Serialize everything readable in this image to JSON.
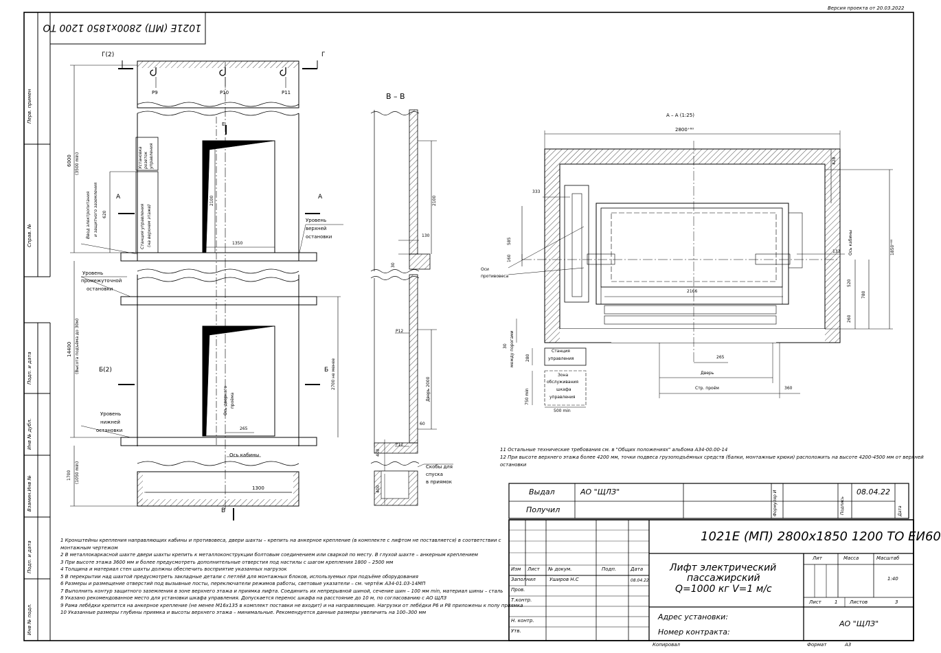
{
  "header": {
    "version": "Версия проекта от 20.03.2022",
    "mirrored_code": "1021Е (МП) 2800х1850 1200 ТО"
  },
  "left_strip": {
    "perv_primen": "Перв. примен",
    "sprav_no": "Справ. №",
    "podp_data_1": "Подп. и дата",
    "inv_dubl": "Инв № дубл.",
    "vzam_inv": "Взамин.Инв №",
    "podp_data_2": "Подп. и дата",
    "inv_podl": "Инв № подл."
  },
  "section_gg": {
    "g2": "Г(2)",
    "g": "Г",
    "p9": "Р9",
    "p10": "Р10",
    "p11": "Р11",
    "e": "Е",
    "dim_6000": "6000",
    "dim_3500": "(3500 min)",
    "dim_620": "620",
    "dim_2100": "2100",
    "dim_1350": "1350",
    "a_left": "А",
    "a_right": "А",
    "vvod": "Ввод электропитания",
    "vvod2": "и защитного заземления",
    "ustanovka": "Установка",
    "ustanovka2": "розеток",
    "ustanovka3": "управления",
    "stanciya": "Станция управления",
    "stanciya2": "(на верхнем этаже)",
    "upper_stop": [
      "Уровень",
      "верхней",
      "остановки"
    ],
    "mid_stop": [
      "Уровень",
      "промежуточной",
      "остановки"
    ],
    "dim_14400": "14400",
    "dim_30m": "(Высота подъёма до 30м)",
    "b2": "Б(2)",
    "b": "Б",
    "dim_2700": "2700 не менее",
    "os_dveri": "Ось дверного",
    "os_dveri2": "проёма",
    "dim_265": "265",
    "lower_stop": [
      "Уровень",
      "нижней",
      "остановки"
    ],
    "os_kabiny": "Ось кабины",
    "dim_1700": "1700",
    "dim_1050": "(1050 min)",
    "dim_1300": "1300",
    "b_bottom": "В"
  },
  "section_vv": {
    "title": "В – В",
    "dim_2100": "2100",
    "dim_130": "130",
    "dim_30": "30",
    "p12a": "Р12",
    "dver": "Дверь 2000",
    "dim_60": "60",
    "p12b": "Р12",
    "dim_400a": "400",
    "dim_400b": "400",
    "skoby": [
      "Скобы для",
      "спуска",
      "в приямок"
    ]
  },
  "section_aa": {
    "title": "А – А (1:25)",
    "dim_2800": "2800⁺⁶⁰",
    "dim_428": "428",
    "dim_1850": "1850⁺⁶⁰",
    "dim_333": "333",
    "dim_585": "585",
    "dim_160": "160",
    "osi": [
      "Оси",
      "противовеса"
    ],
    "dim_133": "133",
    "os_kabiny": "Ось кабины",
    "dim_520": "520",
    "dim_780": "780",
    "dim_2166": "2166",
    "dim_260": "260",
    "dim_30": "30",
    "mezhdu": "между порогами",
    "dim_280": "280",
    "stanc": [
      "Станция",
      "управления"
    ],
    "dim_265": "265",
    "dver": "Дверь",
    "zona": [
      "Зона",
      "обслуживания",
      "шкафа",
      "управления"
    ],
    "dim_750": "750 min",
    "str_proem": "Стр. проём",
    "dim_360": "360",
    "dim_500": "500 min"
  },
  "notes_right": [
    "11   Остальные технические требования см. в \"Общих положениях\" альбома А34-00.00-14",
    "12   При высоте верхнего этажа более 4200 мм, точки подвеса грузоподъёмных средств (балки, монтажные крюки) расположить на высоте 4200-4500 мм от верхней",
    "остановки"
  ],
  "notes_left": [
    "1    Кронштейны крепления направляющих кабины и противовеса, двери шахты – крепить на анкерное крепление (в комплекте с лифтом не поставляется) в соответствии с",
    "монтажным чертежом",
    "2    В металлокаркасной шахте двери шахты крепить к металлоконструкции болтовым соединением или сваркой по месту. В глухой шахте – анкерным креплением",
    "3    При высоте этажа 3600 мм и более предусмотреть дополнительные отверстия под настилы с шагом крепления 1800 – 2500 мм",
    "4    Толщина и материал стен шахты должны обеспечить восприятие указанных нагрузок",
    "5    В перекрытии над шахтой предусмотреть закладные детали с петлёй для монтажных блоков, используемых при подъёме оборудования",
    "6    Размеры и размещение отверстий под вызывные посты, переключатели режимов работы, световые указатели – см. чертёж А34-01.03-14МП",
    "7    Выполнить контур защитного заземления в зоне верхнего этажа и приямка лифта. Соединить их непрерывной шиной, сечение шин – 100 мм min, материал шины – сталь",
    "8    Указано рекомендованное место для установки шкафа управления. Допускается перенос шкафа на расстояние до 10 м, по согласованию с АО ЩЛЗ",
    "9    Рама лебёдки крепится на анкерное крепление (не менее М16х135 в комплект поставки не входит) и на направляющие. Нагрузки от лебёдки Р6 и Р8 приложены к полу приямка",
    "10   Указанные размеры глубины приямка и высоты верхнего этажа – минимальные. Рекомендуется данные размеры увеличить на 100–300 мм"
  ],
  "title_block": {
    "vydal": "Выдал",
    "vydal_org": "АО \"ЩЛЗ\"",
    "poluchil": "Получил",
    "formuliar": "Формуляр И",
    "podpis": "Подпись",
    "date_main": "08.04.22",
    "data": "Дата",
    "doc_code": "1021Е (МП) 2800х1850 1200 ТО ЕИ60",
    "izm": "Изм",
    "list": "Лист",
    "n_dokum": "№ докум.",
    "podp": "Подп.",
    "data2": "Дата",
    "zapolnil": "Заполнил",
    "author": "Уширов Н.С",
    "author_date": "08.04.22",
    "prov": "Пров.",
    "t_kontr": "Т.контр.",
    "n_kontr": "Н. контр.",
    "utv": "Утв.",
    "product_1": "Лифт электрический",
    "product_2": "пассажирский",
    "product_3": "Q=1000 кг  V=1 м/с",
    "lit": "Лит",
    "massa": "Масса",
    "masshtab": "Масштаб",
    "scale_val": "1:40",
    "list_label": "Лист",
    "list_val": "1",
    "listov_label": "Листов",
    "listov_val": "3",
    "adres": "Адрес установки:",
    "nomer": "Номер контракта:",
    "org": "АО \"ЩЛЗ\"",
    "kopiroval": "Копировал",
    "format_label": "Формат",
    "format_val": "А3"
  }
}
